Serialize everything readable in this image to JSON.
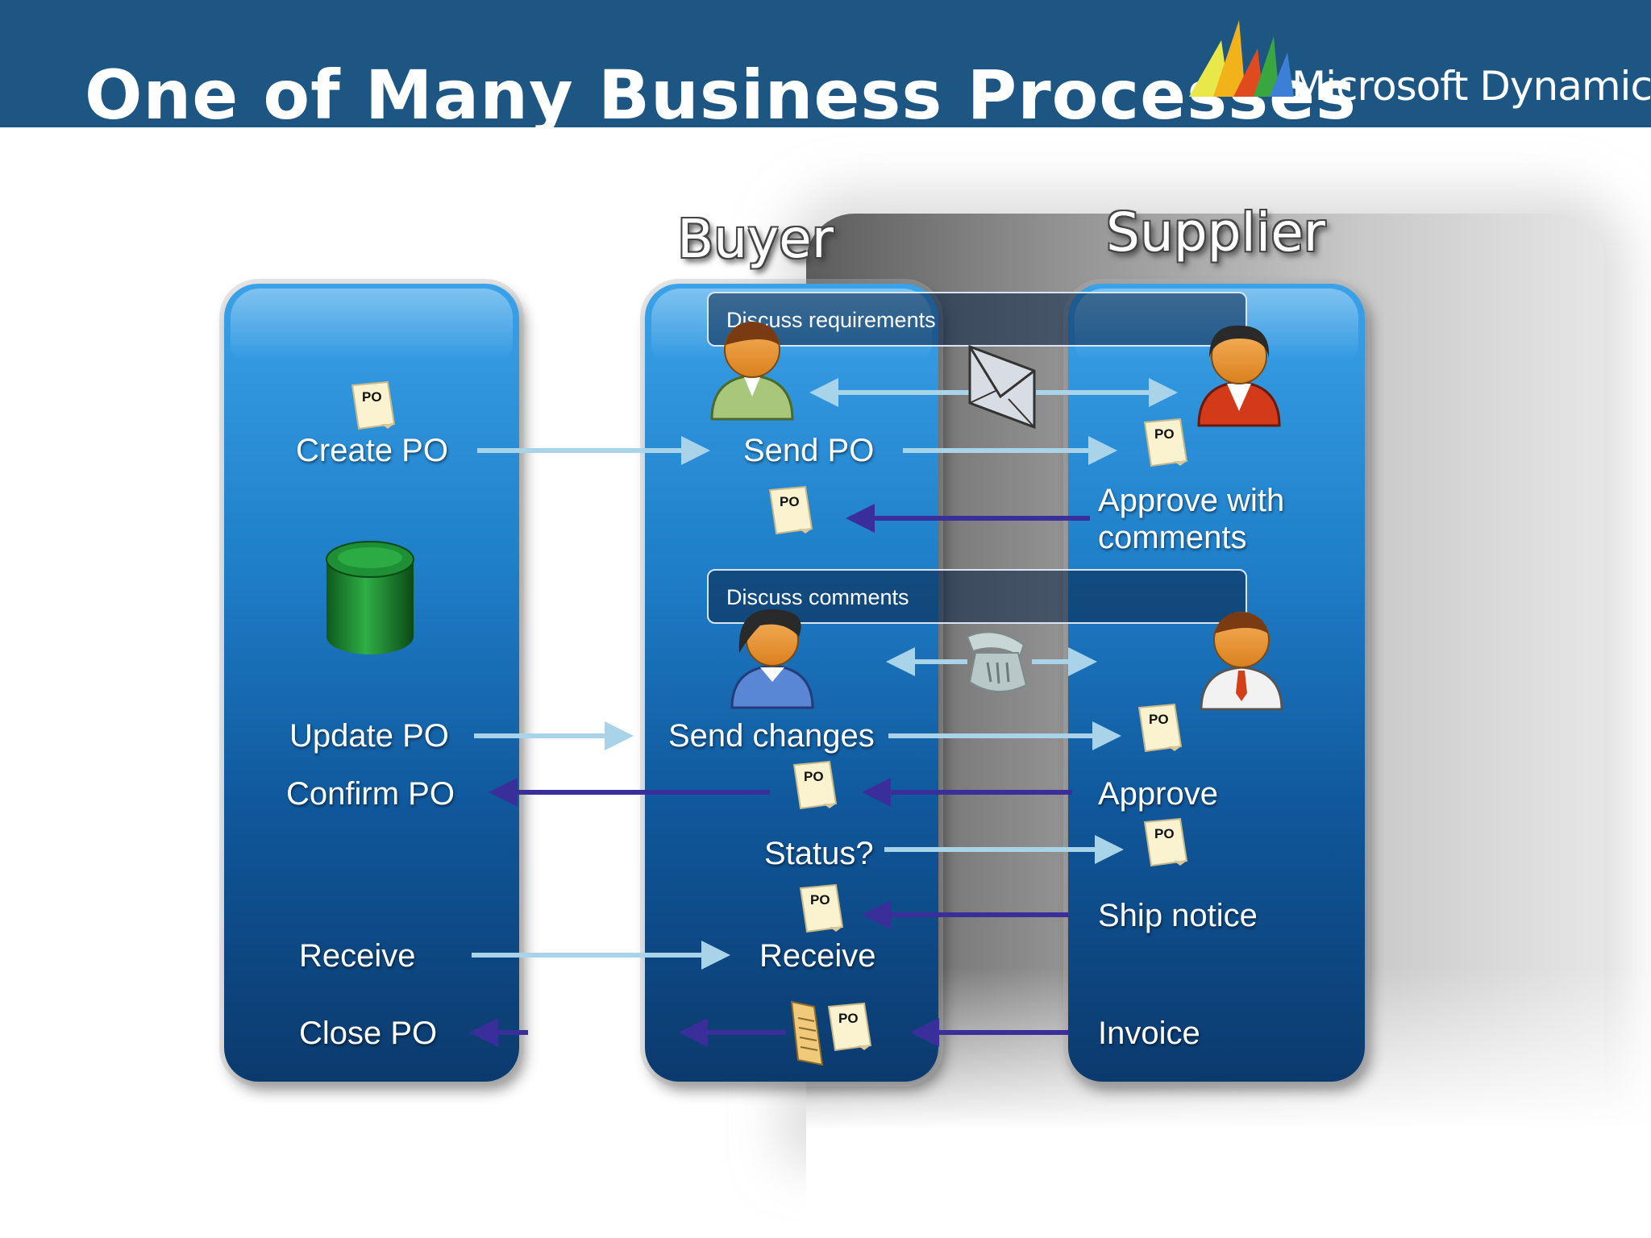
{
  "header": {
    "title": "One of Many Business Processes",
    "brand": "Microsoft Dynamics"
  },
  "columns": {
    "buyer": "Buyer",
    "supplier": "Supplier"
  },
  "discussion_boxes": {
    "requirements": "Discuss requirements",
    "comments": "Discuss comments"
  },
  "left_lane": {
    "create_po": "Create PO",
    "update_po": "Update PO",
    "confirm_po": "Confirm PO",
    "receive": "Receive",
    "close_po": "Close PO"
  },
  "middle_lane": {
    "send_po": "Send PO",
    "send_changes": "Send changes",
    "status": "Status?",
    "receive": "Receive"
  },
  "right_lane": {
    "approve_with_comments": "Approve with comments",
    "approve": "Approve",
    "ship_notice": "Ship notice",
    "invoice": "Invoice"
  },
  "document_tag": "PO",
  "icons": [
    "po-document-icon",
    "database-icon",
    "person-icon",
    "envelope-icon",
    "telephone-icon",
    "stacked-documents-icon"
  ],
  "colors": {
    "header_bg": "#1d5683",
    "lane_top": "#3aa2e9",
    "lane_bottom": "#0b3a6d",
    "arrow_forward": "#a9d3e8",
    "arrow_back": "#3a2f9a",
    "database": "#1a8a2e"
  }
}
